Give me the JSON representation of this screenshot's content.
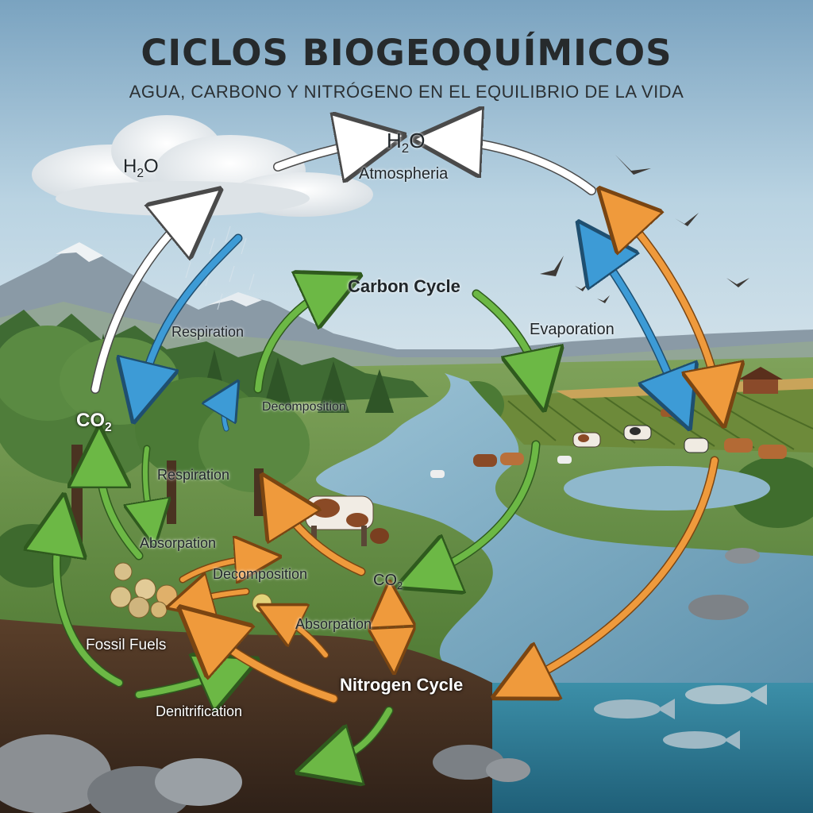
{
  "title": "CICLOS BIOGEOQUÍMICOS",
  "subtitle": "AGUA, CARBONO Y NITRÓGENO EN EL EQUILIBRIO DE LA VIDA",
  "labels": {
    "h2o_cloud_base": "H",
    "h2o_cloud_sub": "2",
    "h2o_cloud_tail": "O",
    "h2o_top_base": "H",
    "h2o_top_sub": "2",
    "h2o_top_tail": "O",
    "atmosphere": "Atmospheria",
    "carbon_cycle": "Carbon Cycle",
    "evaporation": "Evaporation",
    "respiration_upper": "Respiration",
    "decomposition_upper": "Decomposition",
    "co2_left_base": "CO",
    "co2_left_sub": "2",
    "respiration_lower": "Respiration",
    "absorption_left": "Absorpation",
    "decomposition_middle": "Decomposition",
    "co2_center_base": "CO",
    "co2_center_sub": "2",
    "absorption_center": "Absorpation",
    "fossil_fuels": "Fossil Fuels",
    "nitrogen_cycle": "Nitrogen Cycle",
    "denitrification": "Denitrification"
  },
  "colors": {
    "water_arrow": "#ffffff",
    "water_blue_arrow": "#3d9bd6",
    "carbon_arrow": "#6cb845",
    "nitrogen_arrow": "#ef9a3c",
    "sky_top": "#7fa7c4",
    "river": "#6f9fb8"
  }
}
